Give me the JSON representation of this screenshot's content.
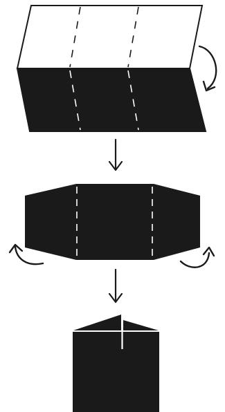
{
  "diagram": {
    "description_steps": [
      {
        "step": 1,
        "shape": "parallelogram-sheet",
        "top_half_color": "#ffffff",
        "bottom_half_color": "#1b1a1a",
        "crease_lines": 2,
        "action": "rotate-back"
      },
      {
        "step": 2,
        "shape": "folded-band",
        "color": "#1b1a1a",
        "crease_lines": 2,
        "action": "fold-corners"
      },
      {
        "step": 3,
        "shape": "final-fold",
        "color": "#1b1a1a",
        "action": "result"
      }
    ],
    "colors": {
      "paper_dark": "#1b1a1a",
      "paper_light": "#ffffff",
      "outline": "#1b1a1a",
      "crease": "#ffffff",
      "arrow": "#1b1a1a"
    },
    "icons": {
      "rotate_arrow": "curved-rotate-arrow-icon",
      "down_arrow": "down-arrow-icon",
      "fold_arrow_left": "curl-arrow-left-icon",
      "fold_arrow_right": "curl-arrow-right-icon"
    }
  }
}
